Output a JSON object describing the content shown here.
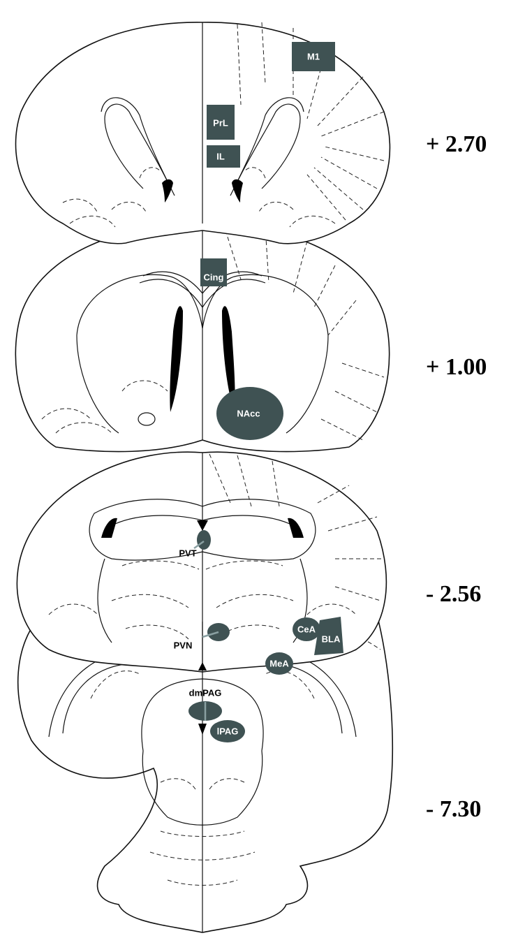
{
  "sections": [
    {
      "coordinate": "+ 2.70",
      "regions": [
        {
          "label": "M1",
          "color": "#3f5253"
        },
        {
          "label": "PrL",
          "color": "#3f5253"
        },
        {
          "label": "IL",
          "color": "#3f5253"
        }
      ]
    },
    {
      "coordinate": "+ 1.00",
      "regions": [
        {
          "label": "Cing",
          "color": "#3f5253"
        },
        {
          "label": "NAcc",
          "color": "#3f5253"
        }
      ]
    },
    {
      "coordinate": "- 2.56",
      "regions": [
        {
          "label": "PVT",
          "color": "#3f5253"
        },
        {
          "label": "PVN",
          "color": "#3f5253"
        },
        {
          "label": "CeA",
          "color": "#3f5253"
        },
        {
          "label": "BLA",
          "color": "#3f5253"
        },
        {
          "label": "MeA",
          "color": "#3f5253"
        }
      ]
    },
    {
      "coordinate": "- 7.30",
      "regions": [
        {
          "label": "dmPAG",
          "color": "#3f5253"
        },
        {
          "label": "lPAG",
          "color": "#3f5253"
        }
      ]
    }
  ]
}
